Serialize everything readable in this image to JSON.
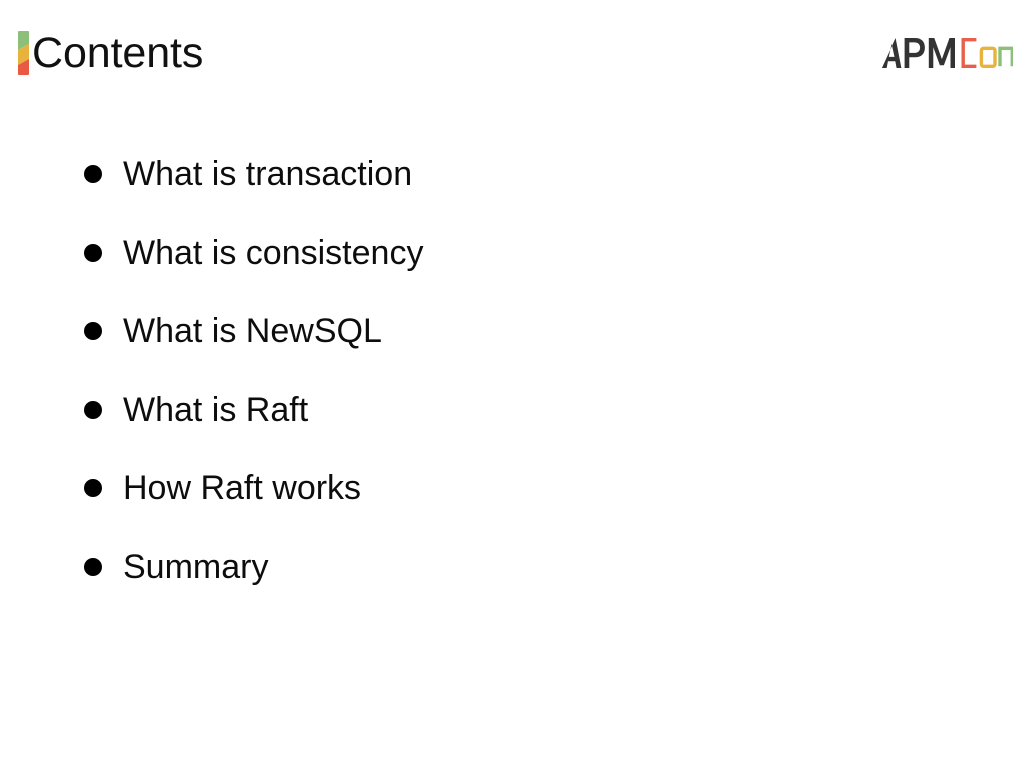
{
  "slide": {
    "background_color": "#ffffff",
    "title": "Contents",
    "title_color": "#111111"
  },
  "accent_bar": {
    "name": "title-accent-bar",
    "segments": [
      {
        "name": "green-segment",
        "color": "#8cc07a"
      },
      {
        "name": "yellow-segment",
        "color": "#e8b33c"
      },
      {
        "name": "red-segment",
        "color": "#ea5a42"
      }
    ]
  },
  "logo": {
    "text": "APMCon",
    "dark_text": "APM",
    "outlined_text": "Con",
    "dark_color": "#333333",
    "letters": [
      {
        "char": "C",
        "color": "#e8604c"
      },
      {
        "char": "o",
        "color": "#e8b33c"
      },
      {
        "char": "n",
        "color": "#8cc07a"
      }
    ]
  },
  "contents": {
    "bullet_color": "#000000",
    "items": [
      {
        "label": "What is transaction"
      },
      {
        "label": "What is consistency"
      },
      {
        "label": "What is NewSQL"
      },
      {
        "label": "What is Raft"
      },
      {
        "label": "How Raft works"
      },
      {
        "label": "Summary"
      }
    ]
  }
}
